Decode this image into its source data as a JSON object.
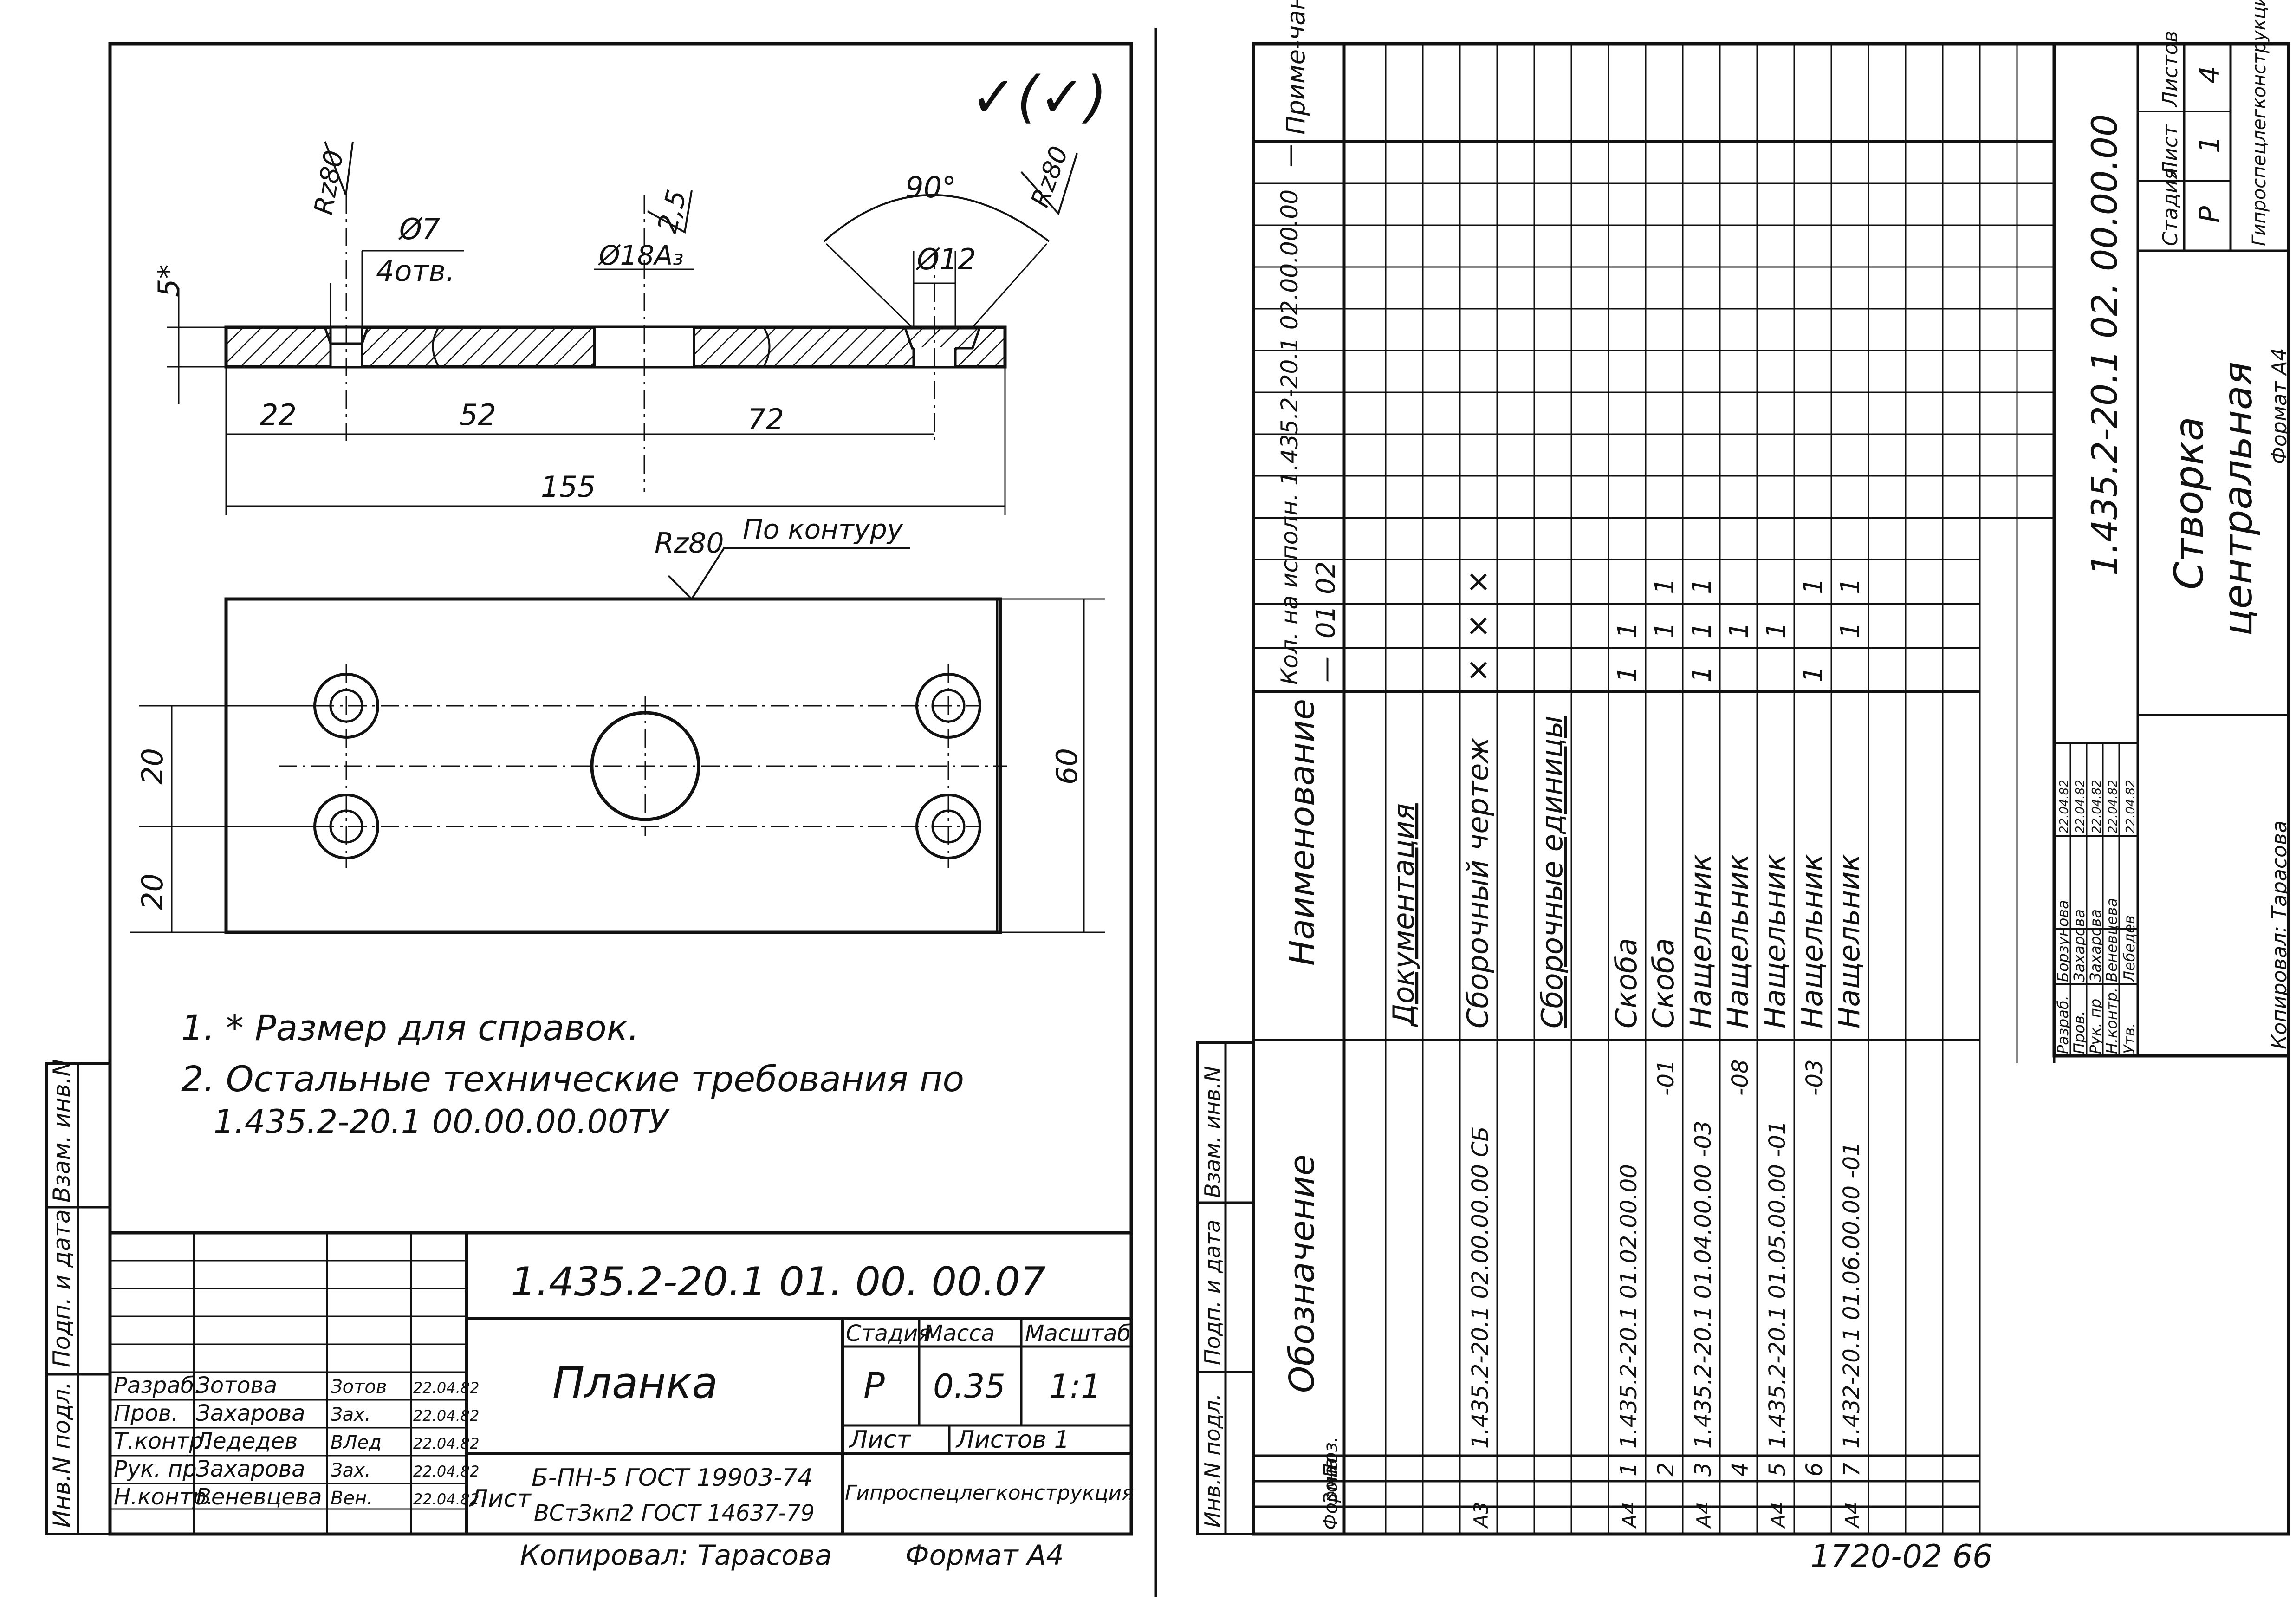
{
  "left_sheet": {
    "roughness_symbol": "✓(✓)",
    "dims": {
      "ref5": "5*",
      "ra_hole": "Rz80",
      "hole_d": "Ø7",
      "hole_qty": "4отв.",
      "center_rough": "2,5",
      "center_hole": "Ø18А₃",
      "angle": "90°",
      "cs_rough": "Rz80",
      "cs_d": "Ø12",
      "d22": "22",
      "d52": "52",
      "d72": "72",
      "d155": "155",
      "contour_rz": "Rz80",
      "contour_note": "По контуру",
      "d20a": "20",
      "d20b": "20",
      "d60": "60"
    },
    "notes": {
      "n1": "1. * Размер для справок.",
      "n2": "2. Остальные   технические  требования  по",
      "n2b": "1.435.2-20.1  00.00.00.00ТУ"
    },
    "side_stamp": [
      "Инв.N подл.",
      "Подп. и дата",
      "Взам. инв.N"
    ],
    "title_block": {
      "designation": "1.435.2-20.1  01. 00. 00.07",
      "name": "Планка",
      "h_stage": "Стадия",
      "h_mass": "Масса",
      "h_scale": "Масштаб",
      "stage": "Р",
      "mass": "0.35",
      "scale": "1:1",
      "sheet_label": "Лист",
      "sheets_label": "Листов 1",
      "material_prefix": "Лист",
      "material1": "Б-ПН-5 ГОСТ 19903-74",
      "material2": "ВСтЗкп2 ГОСТ 14637-79",
      "org": "Гипроспецлегконструкция",
      "roles": [
        {
          "role": "Разраб.",
          "name": "Зотова",
          "sign": "Зотов",
          "date": "22.04.82"
        },
        {
          "role": "Пров.",
          "name": "Захарова",
          "sign": "Зах.",
          "date": "22.04.82"
        },
        {
          "role": "Т.контр.",
          "name": "Ледедев",
          "sign": "ВЛед",
          "date": "22.04.82"
        },
        {
          "role": "Рук. пр",
          "name": "Захарова",
          "sign": "Зах.",
          "date": "22.04.82"
        },
        {
          "role": "Н.контр.",
          "name": "Веневцева",
          "sign": "Вен.",
          "date": "22.04.82"
        }
      ]
    },
    "footer_copied": "Копировал: Тарасова",
    "footer_format": "Формат А4"
  },
  "right_sheet": {
    "headers": {
      "format": "Формат",
      "zone": "Зона",
      "pos": "Поз.",
      "designation": "Обозначение",
      "name": "Наименование",
      "qty": "Кол. на исполн. 1.435.2-20.1 02.00.00.00",
      "qty_dash": "—",
      "v0": "—",
      "v1": "01",
      "v2": "02",
      "note": "Приме-чание"
    },
    "rows": [
      {
        "format": "",
        "pos": "",
        "designation": "",
        "name": "",
        "name_ul": false,
        "q0": "",
        "q1": "",
        "q2": ""
      },
      {
        "format": "",
        "pos": "",
        "designation": "",
        "name": "Документация",
        "name_ul": true,
        "q0": "",
        "q1": "",
        "q2": ""
      },
      {
        "format": "",
        "pos": "",
        "designation": "",
        "name": "",
        "name_ul": false,
        "q0": "",
        "q1": "",
        "q2": ""
      },
      {
        "format": "А3",
        "pos": "",
        "designation": "1.435.2-20.1 02.00.00.00 СБ",
        "name": "Сборочный  чертеж",
        "name_ul": false,
        "q0": "×",
        "q1": "×",
        "q2": "×"
      },
      {
        "format": "",
        "pos": "",
        "designation": "",
        "name": "",
        "name_ul": false,
        "q0": "",
        "q1": "",
        "q2": ""
      },
      {
        "format": "",
        "pos": "",
        "designation": "",
        "name": "Сборочные  единицы",
        "name_ul": true,
        "q0": "",
        "q1": "",
        "q2": ""
      },
      {
        "format": "",
        "pos": "",
        "designation": "",
        "name": "",
        "name_ul": false,
        "q0": "",
        "q1": "",
        "q2": ""
      },
      {
        "format": "А4",
        "pos": "1",
        "designation": "1.435.2-20.1  01.02.00.00",
        "name": "Скоба",
        "name_ul": false,
        "q0": "1",
        "q1": "1",
        "q2": ""
      },
      {
        "format": "",
        "pos": "2",
        "designation": "-01",
        "name": "Скоба",
        "name_ul": false,
        "q0": "",
        "q1": "1",
        "q2": "1"
      },
      {
        "format": "А4",
        "pos": "3",
        "designation": "1.435.2-20.1  01.04.00.00 -03",
        "name": "Нащельник",
        "name_ul": false,
        "q0": "1",
        "q1": "1",
        "q2": "1"
      },
      {
        "format": "",
        "pos": "4",
        "designation": "-08",
        "name": "Нащельник",
        "name_ul": false,
        "q0": "",
        "q1": "1",
        "q2": ""
      },
      {
        "format": "А4",
        "pos": "5",
        "designation": "1.435.2-20.1  01.05.00.00 -01",
        "name": "Нащельник",
        "name_ul": false,
        "q0": "",
        "q1": "1",
        "q2": ""
      },
      {
        "format": "",
        "pos": "6",
        "designation": "-03",
        "name": "Нащельник",
        "name_ul": false,
        "q0": "1",
        "q1": "",
        "q2": "1"
      },
      {
        "format": "А4",
        "pos": "7",
        "designation": "1.432-20.1  01.06.00.00 -01",
        "name": "Нащельник",
        "name_ul": false,
        "q0": "",
        "q1": "1",
        "q2": "1"
      }
    ],
    "title_block": {
      "designation": "1.435.2-20.1  02. 00.00.00",
      "name1": "Створка",
      "name2": "центральная",
      "h_stage": "Стадия",
      "h_sheet": "Лист",
      "h_sheets": "Листов",
      "stage": "Р",
      "sheet": "1",
      "sheets": "4",
      "org": "Гипроспецлегконструкция",
      "roles": [
        {
          "role": "Разраб.",
          "name": "Борзунова",
          "date": "22.04.82"
        },
        {
          "role": "Пров.",
          "name": "Захарова",
          "date": "22.04.82"
        },
        {
          "role": "Рук. пр",
          "name": "Захарова",
          "date": "22.04.82"
        },
        {
          "role": "Н.контр.",
          "name": "Веневцева",
          "date": "22.04.82"
        },
        {
          "role": "Утв.",
          "name": "Лебедев",
          "date": "22.04.82"
        }
      ],
      "copied": "Копировал: Тарасова",
      "format": "Формат А4"
    },
    "side_stamp": [
      "Инв.N подл.",
      "Подп. и дата",
      "Взам. инв.N"
    ],
    "footer_number": "1720-02  66"
  }
}
